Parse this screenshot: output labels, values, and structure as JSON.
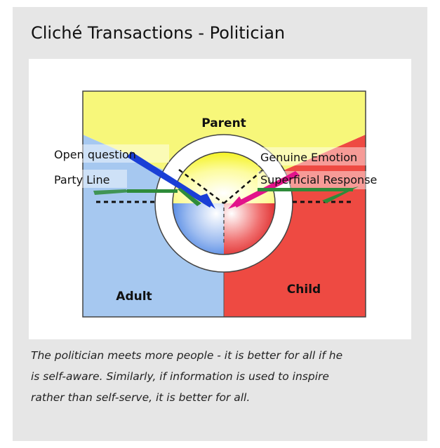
{
  "title": "Cliché Transactions - Politician",
  "diagram": {
    "quadrants": {
      "parent": "Parent",
      "adult": "Adult",
      "child": "Child"
    },
    "left_labels": [
      "Open question",
      "Party Line"
    ],
    "right_labels": [
      "Genuine Emotion",
      "Superficial Response"
    ]
  },
  "caption": [
    "The politician meets more people - it is better for all if he",
    "is self-aware. Similarly, if information is used to inspire",
    "rather than self-serve, it is better for all."
  ],
  "colors": {
    "parent": "#f7f77a",
    "adult": "#a6c8f0",
    "child": "#ee4a42",
    "arrow_blue": "#1a3fd6",
    "arrow_green": "#2e8b3a",
    "arrow_pink": "#e2138a"
  }
}
